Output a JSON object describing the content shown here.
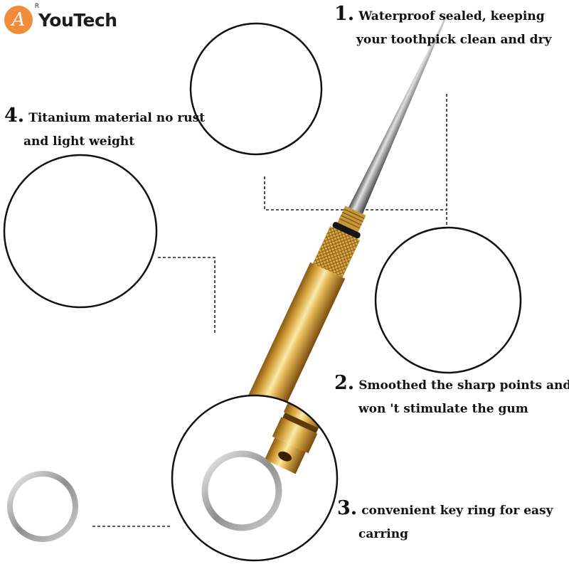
{
  "brand": {
    "logo_letter": "A",
    "registered_mark": "R",
    "name": "YouTech"
  },
  "features": [
    {
      "number": "1.",
      "lines": [
        "Waterproof sealed, keeping",
        "your toothpick clean and dry"
      ]
    },
    {
      "number": "2.",
      "lines": [
        "Smoothed the sharp points and",
        "won 't stimulate the gum"
      ]
    },
    {
      "number": "3.",
      "lines": [
        "convenient key ring for easy",
        "carring"
      ]
    },
    {
      "number": "4.",
      "lines": [
        "Titanium material no rust",
        "and light weight"
      ]
    }
  ],
  "colors": {
    "brass_light": "#f6dc86",
    "brass_mid": "#d4a23a",
    "brass_dark": "#8c5a12",
    "steel_light": "#d8d8d8",
    "steel_dark": "#555555",
    "logo_orange": "#f08c3a"
  }
}
